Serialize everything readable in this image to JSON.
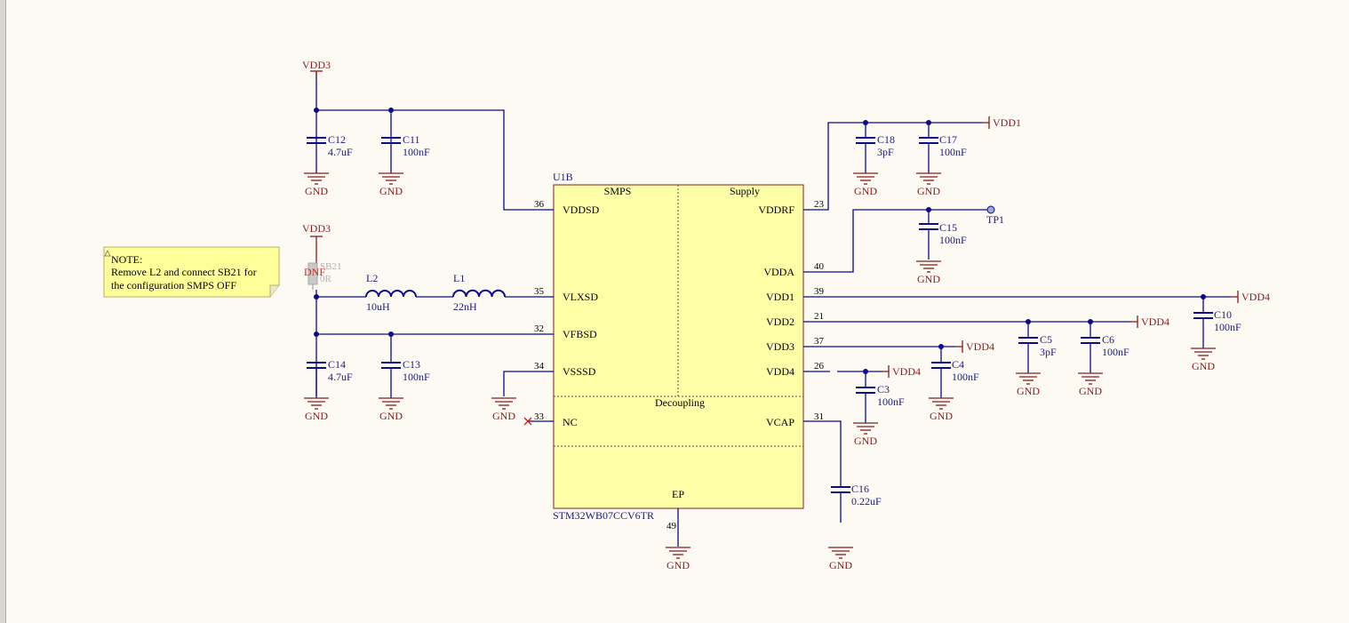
{
  "colors": {
    "background": "#fdfaf4",
    "wire": "#0a0a8c",
    "power": "#8b1a1a",
    "part_text": "#1a1a80",
    "ic_fill": "#ffffa8",
    "ic_border": "#8b1a1a",
    "note_fill": "#ffff99",
    "dnf": "#e02020"
  },
  "ic": {
    "designator": "U1B",
    "part_number": "STM32WB07CCV6TR",
    "sections": {
      "smps": "SMPS",
      "supply": "Supply",
      "decoupling": "Decoupling"
    },
    "pins": {
      "vddsd": {
        "name": "VDDSD",
        "num": "36"
      },
      "vlxsd": {
        "name": "VLXSD",
        "num": "35"
      },
      "vfbsd": {
        "name": "VFBSD",
        "num": "32"
      },
      "vsssd": {
        "name": "VSSSD",
        "num": "34"
      },
      "nc": {
        "name": "NC",
        "num": "33"
      },
      "vddrf": {
        "name": "VDDRF",
        "num": "23"
      },
      "vdda": {
        "name": "VDDA",
        "num": "40"
      },
      "vdd1": {
        "name": "VDD1",
        "num": "39"
      },
      "vdd2": {
        "name": "VDD2",
        "num": "21"
      },
      "vdd3": {
        "name": "VDD3",
        "num": "37"
      },
      "vdd4": {
        "name": "VDD4",
        "num": "26"
      },
      "vcap": {
        "name": "VCAP",
        "num": "31"
      },
      "ep": {
        "name": "EP",
        "num": "49"
      }
    }
  },
  "components": {
    "c12": {
      "ref": "C12",
      "value": "4.7uF"
    },
    "c11": {
      "ref": "C11",
      "value": "100nF"
    },
    "c14": {
      "ref": "C14",
      "value": "4.7uF"
    },
    "c13": {
      "ref": "C13",
      "value": "100nF"
    },
    "c18": {
      "ref": "C18",
      "value": "3pF"
    },
    "c17": {
      "ref": "C17",
      "value": "100nF"
    },
    "c15": {
      "ref": "C15",
      "value": "100nF"
    },
    "c10": {
      "ref": "C10",
      "value": "100nF"
    },
    "c5": {
      "ref": "C5",
      "value": "3pF"
    },
    "c6": {
      "ref": "C6",
      "value": "100nF"
    },
    "c4": {
      "ref": "C4",
      "value": "100nF"
    },
    "c3": {
      "ref": "C3",
      "value": "100nF"
    },
    "c16": {
      "ref": "C16",
      "value": "0.22uF"
    },
    "l2": {
      "ref": "L2",
      "value": "10uH"
    },
    "l1": {
      "ref": "L1",
      "value": "22nH"
    },
    "sb21": {
      "ref": "SB21",
      "value": "0R",
      "dnf": "DNF"
    },
    "tp1": {
      "ref": "TP1"
    }
  },
  "nets": {
    "vdd3_top": "VDD3",
    "vdd3_mid": "VDD3",
    "vdd1": "VDD1",
    "vdd4_a": "VDD4",
    "vdd4_b": "VDD4",
    "vdd4_c": "VDD4",
    "vdd4_d": "VDD4",
    "gnd": "GND"
  },
  "note": {
    "title": "NOTE:",
    "line1": "Remove L2 and connect SB21 for",
    "line2": "the configuration SMPS OFF"
  }
}
